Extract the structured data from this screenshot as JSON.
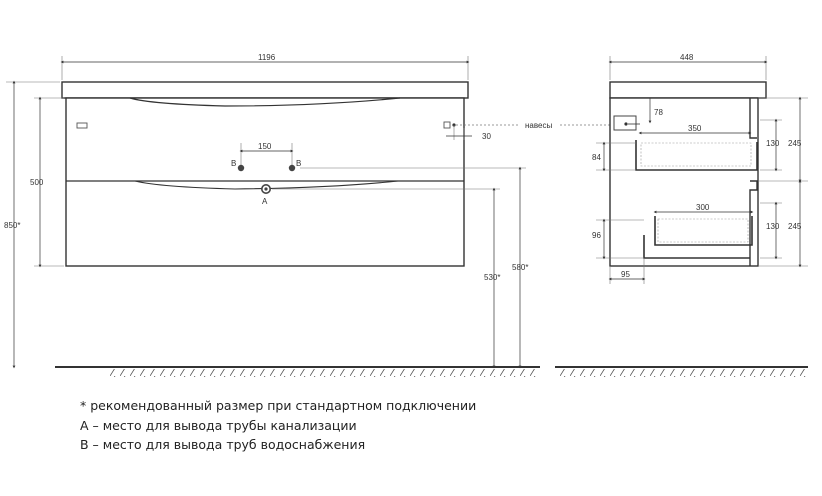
{
  "front": {
    "width": "1196",
    "height_total": "850*",
    "height_body": "500",
    "pipe_spacing": "150",
    "pipe_b_left": "B",
    "pipe_b_right": "B",
    "pipe_a": "A",
    "offset_right": "30",
    "height_580": "580*",
    "height_530": "530*",
    "label_hangers": "навесы"
  },
  "side": {
    "depth": "448",
    "d78": "78",
    "d350": "350",
    "d84": "84",
    "d300": "300",
    "d96": "96",
    "d95": "95",
    "d130_top": "130",
    "d245_top": "245",
    "d130_bot": "130",
    "d245_bot": "245"
  },
  "notes": {
    "line1": "* рекомендованный размер при стандартном подключении",
    "line2": "А – место для вывода трубы канализации",
    "line3": "В – место для вывода труб водоснабжения"
  }
}
